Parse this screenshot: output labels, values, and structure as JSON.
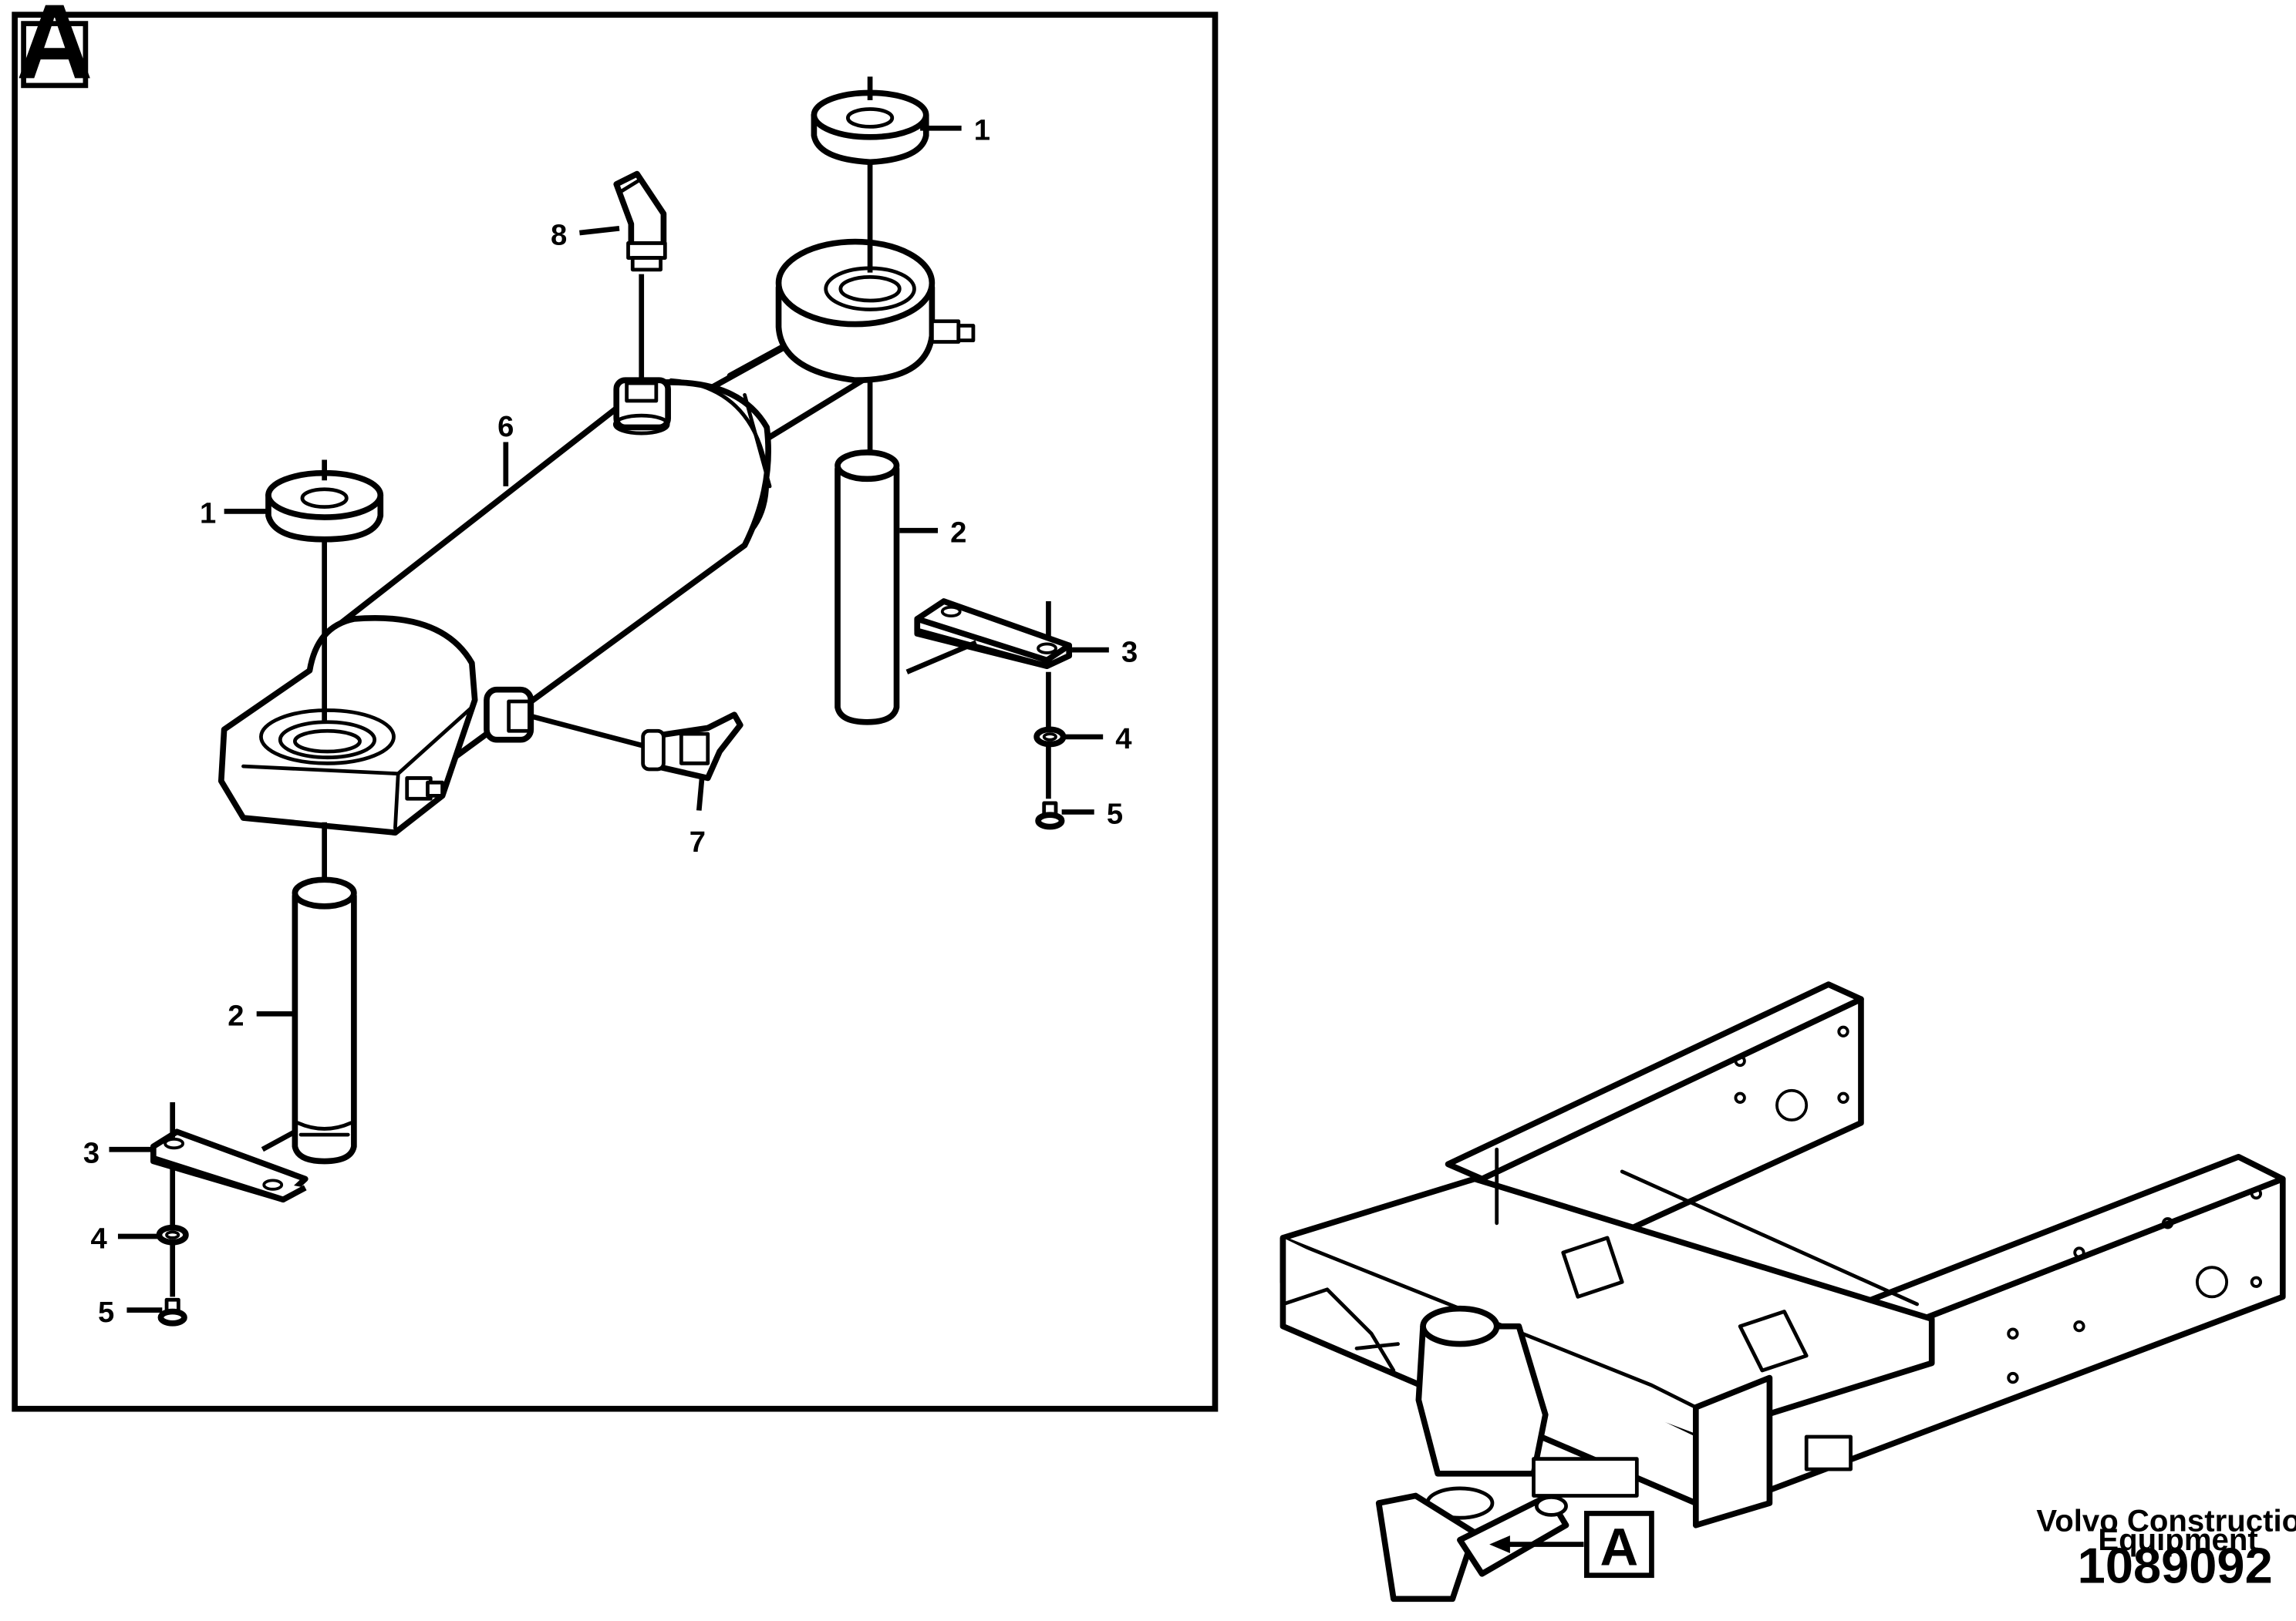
{
  "detail": {
    "frame_label": "A",
    "callouts": [
      {
        "id": "washer-top-right",
        "number": "1"
      },
      {
        "id": "washer-left",
        "number": "1"
      },
      {
        "id": "pin-right",
        "number": "2"
      },
      {
        "id": "pin-left",
        "number": "2"
      },
      {
        "id": "lock-plate-right",
        "number": "3"
      },
      {
        "id": "lock-plate-left",
        "number": "3"
      },
      {
        "id": "lock-washer-right",
        "number": "4"
      },
      {
        "id": "lock-washer-left",
        "number": "4"
      },
      {
        "id": "screw-right",
        "number": "5"
      },
      {
        "id": "screw-left",
        "number": "5"
      },
      {
        "id": "cylinder",
        "number": "6"
      },
      {
        "id": "elbow-fitting-lower",
        "number": "7"
      },
      {
        "id": "elbow-fitting-upper",
        "number": "8"
      }
    ]
  },
  "overview": {
    "reference_label": "A"
  },
  "footer": {
    "brand_line1": "Volvo Construction",
    "brand_line2": "Equipment",
    "figure_number": "1089092"
  }
}
